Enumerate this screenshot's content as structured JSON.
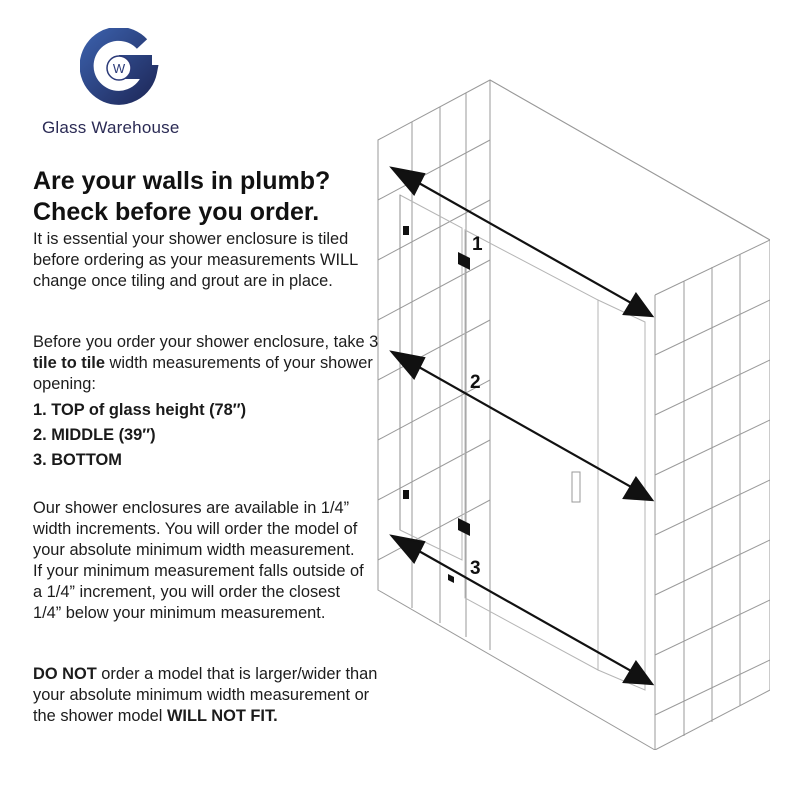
{
  "brand": {
    "name": "Glass Warehouse",
    "logo_letters": "GW"
  },
  "headline": [
    "Are your walls in plumb?",
    "Check before you order."
  ],
  "intro": "It is essential your shower enclosure is tiled before ordering as your measurements WILL change once tiling and grout are in place.",
  "before": {
    "text1": "Before you order your shower enclosure, take 3 ",
    "bold": "tile to tile",
    "text2": " width measurements of your shower opening:"
  },
  "steps": [
    "1. TOP of glass height (78″)",
    "2. MIDDLE (39″)",
    "3. BOTTOM"
  ],
  "availability": "Our shower enclosures are available in 1/4” width increments. You will order the model of your absolute minimum width measurement. If your minimum measurement falls outside of a 1/4” increment, you will order the closest 1/4” below your minimum measurement.",
  "warning": {
    "bold1": "DO NOT",
    "text": " order a model that is larger/wider than your absolute minimum width measurement or the shower model ",
    "bold2": "WILL NOT FIT."
  },
  "measurements": [
    "1",
    "2",
    "3"
  ],
  "colors": {
    "brand_navy": "#1f2a5c",
    "brand_blue": "#3a5ea8",
    "ink": "#111111",
    "line": "#8a8a8a"
  }
}
